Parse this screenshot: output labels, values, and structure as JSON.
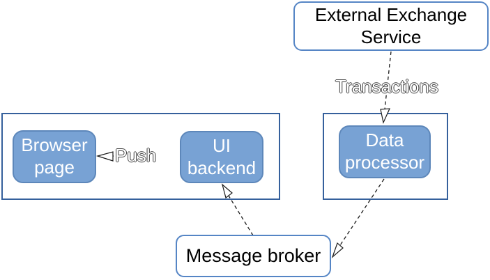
{
  "diagram": {
    "nodes": {
      "external_exchange_service": {
        "line1": "External Exchange",
        "line2": "Service"
      },
      "browser_page": {
        "line1": "Browser",
        "line2": "page"
      },
      "ui_backend": {
        "line1": "UI",
        "line2": "backend"
      },
      "data_processor": {
        "line1": "Data",
        "line2": "processor"
      },
      "message_broker": {
        "line1": "Message broker"
      }
    },
    "edge_labels": {
      "transactions": "Transactions",
      "push": "Push"
    },
    "colors": {
      "background": "#ffffff",
      "node_fill": "#78a2d4",
      "node_border": "#5d87ba",
      "node_text": "#ffffff",
      "container_border": "#35609c",
      "white_node_fill": "#ffffff",
      "white_node_border": "#5585c5",
      "dark_text": "#000000",
      "edge_color": "#1a1a1a"
    }
  }
}
